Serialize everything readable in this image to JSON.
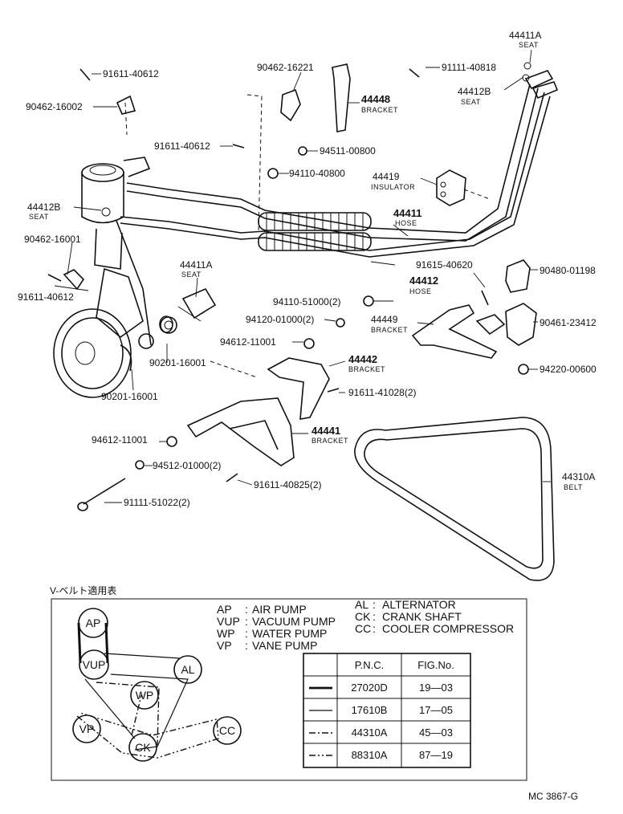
{
  "parts": [
    {
      "id": "p1",
      "number": "91611-40612"
    },
    {
      "id": "p2",
      "number": "90462-16002"
    },
    {
      "id": "p3",
      "number": "90462-16221"
    },
    {
      "id": "p4",
      "number": "44448",
      "desc": "BRACKET"
    },
    {
      "id": "p5",
      "number": "91111-40818"
    },
    {
      "id": "p6",
      "number": "44411A",
      "desc": "SEAT"
    },
    {
      "id": "p7",
      "number": "44412B",
      "desc": "SEAT"
    },
    {
      "id": "p8",
      "number": "91611-40612"
    },
    {
      "id": "p9",
      "number": "94511-00800"
    },
    {
      "id": "p10",
      "number": "94110-40800"
    },
    {
      "id": "p11",
      "number": "44419",
      "desc": "INSULATOR"
    },
    {
      "id": "p12",
      "number": "44412B",
      "desc": "SEAT"
    },
    {
      "id": "p13",
      "number": "44411",
      "desc": "HOSE"
    },
    {
      "id": "p14",
      "number": "90462-16001"
    },
    {
      "id": "p15",
      "number": "91611-40612"
    },
    {
      "id": "p16",
      "number": "44411A",
      "desc": "SEAT"
    },
    {
      "id": "p17",
      "number": "91615-40620"
    },
    {
      "id": "p18",
      "number": "90480-01198"
    },
    {
      "id": "p19",
      "number": "44412",
      "desc": "HOSE"
    },
    {
      "id": "p20",
      "number": "94110-51000(2)"
    },
    {
      "id": "p21",
      "number": "94120-01000(2)"
    },
    {
      "id": "p22",
      "number": "44449",
      "desc": "BRACKET"
    },
    {
      "id": "p23",
      "number": "90461-23412"
    },
    {
      "id": "p24",
      "number": "94612-11001"
    },
    {
      "id": "p25",
      "number": "44442",
      "desc": "BRACKET"
    },
    {
      "id": "p26",
      "number": "90201-16001"
    },
    {
      "id": "p27",
      "number": "94220-00600"
    },
    {
      "id": "p28",
      "number": "90201-16001"
    },
    {
      "id": "p29",
      "number": "91611-41028(2)"
    },
    {
      "id": "p30",
      "number": "44441",
      "desc": "BRACKET"
    },
    {
      "id": "p31",
      "number": "94612-11001"
    },
    {
      "id": "p32",
      "number": "44310A",
      "desc": "BELT"
    },
    {
      "id": "p33",
      "number": "94512-01000(2)"
    },
    {
      "id": "p34",
      "number": "91611-40825(2)"
    },
    {
      "id": "p35",
      "number": "91111-51022(2)"
    }
  ],
  "belt_table": {
    "title": "V-ベルト適用表",
    "legend": [
      {
        "code": "AP",
        "sep": ":",
        "name": "AIR PUMP"
      },
      {
        "code": "VUP",
        "sep": ":",
        "name": "VACUUM PUMP"
      },
      {
        "code": "WP",
        "sep": ":",
        "name": "WATER PUMP"
      },
      {
        "code": "VP",
        "sep": ":",
        "name": "VANE PUMP"
      },
      {
        "code": "AL",
        "sep": ":",
        "name": "ALTERNATOR"
      },
      {
        "code": "CK",
        "sep": ":",
        "name": "CRANK SHAFT"
      },
      {
        "code": "CC",
        "sep": ":",
        "name": "COOLER COMPRESSOR"
      }
    ],
    "pulleys": [
      "AP",
      "VUP",
      "AL",
      "WP",
      "VP",
      "CK",
      "CC"
    ],
    "columns": [
      "P.N.C.",
      "FIG.No."
    ],
    "rows": [
      {
        "line": "thick-solid",
        "pnc": "27020D",
        "fig": "19—03"
      },
      {
        "line": "thin-solid",
        "pnc": "17610B",
        "fig": "17—05"
      },
      {
        "line": "dash-dot",
        "pnc": "44310A",
        "fig": "45—03"
      },
      {
        "line": "dash-dot-dot",
        "pnc": "88310A",
        "fig": "87—19"
      }
    ]
  },
  "footer": {
    "code": "MC 3867-G"
  }
}
